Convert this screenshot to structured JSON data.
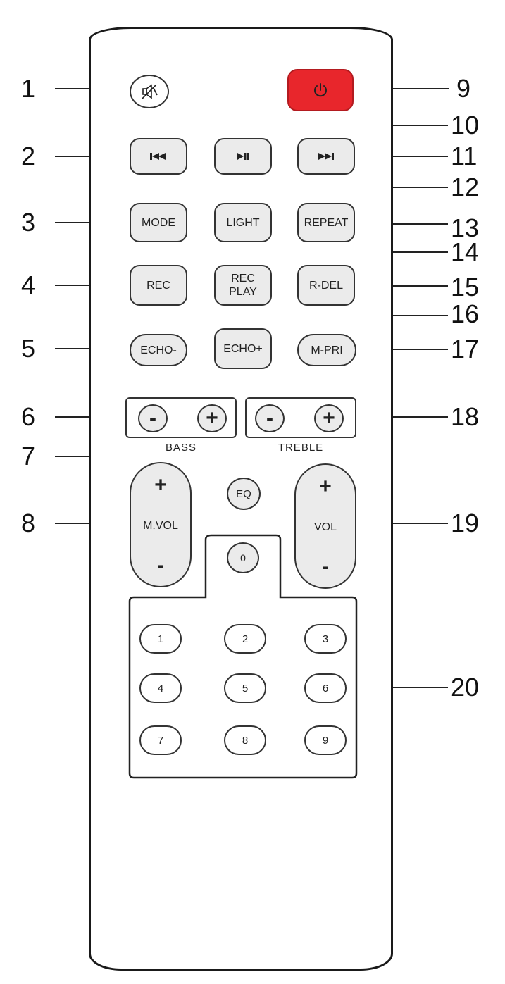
{
  "callouts": {
    "n1": "1",
    "n2": "2",
    "n3": "3",
    "n4": "4",
    "n5": "5",
    "n6": "6",
    "n7": "7",
    "n8": "8",
    "n9": "9",
    "n10": "10",
    "n11": "11",
    "n12": "12",
    "n13": "13",
    "n14": "14",
    "n15": "15",
    "n16": "16",
    "n17": "17",
    "n18": "18",
    "n19": "19",
    "n20": "20"
  },
  "buttons": {
    "mode": "MODE",
    "light": "LIGHT",
    "repeat": "REPEAT",
    "rec": "REC",
    "rec_play_line1": "REC",
    "rec_play_line2": "PLAY",
    "r_del": "R-DEL",
    "echo_minus": "ECHO-",
    "echo_plus": "ECHO+",
    "m_pri": "M-PRI",
    "eq": "EQ",
    "zero": "0"
  },
  "bass": {
    "label": "BASS",
    "minus": "-",
    "plus": "+"
  },
  "treble": {
    "label": "TREBLE",
    "minus": "-",
    "plus": "+"
  },
  "mvol": {
    "label": "M.VOL",
    "plus": "+",
    "minus": "-"
  },
  "vol": {
    "label": "VOL",
    "plus": "+",
    "minus": "-"
  },
  "numpad": [
    "1",
    "2",
    "3",
    "4",
    "5",
    "6",
    "7",
    "8",
    "9"
  ],
  "icons": {
    "mute": "mute-icon",
    "power": "power-icon",
    "prev": "skip-previous-icon",
    "play_pause": "play-pause-icon",
    "next": "skip-next-icon"
  },
  "colors": {
    "power": "#e8262c"
  }
}
